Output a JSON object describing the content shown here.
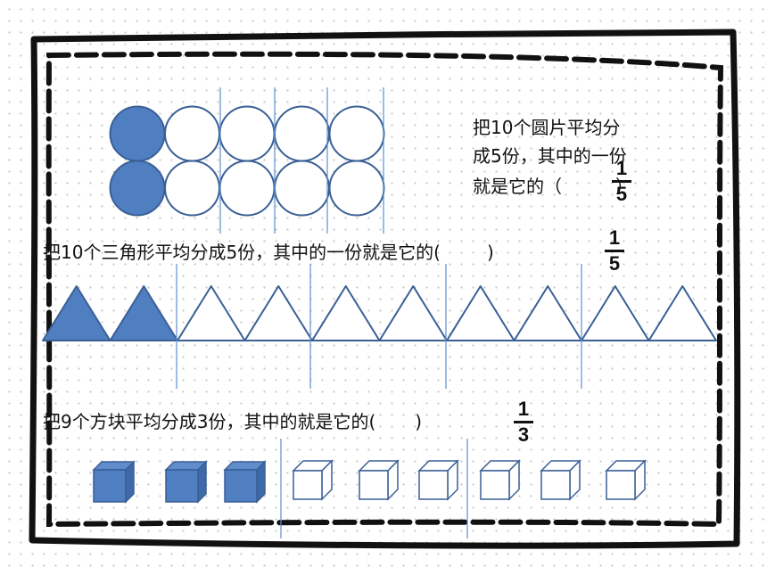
{
  "section_circles": {
    "text_line1": "把10个圆片平均分",
    "text_line2": "成5份，其中的一份",
    "text_line3_prefix": "就是它的（",
    "text_line3_suffix": "）",
    "answer": {
      "numerator": "1",
      "denominator": "5"
    },
    "total": 10,
    "shaded": 2
  },
  "section_triangles": {
    "text_prefix": "把10个三角形平均分成5份，其中的一份就是它的(",
    "text_suffix": ")",
    "answer": {
      "numerator": "1",
      "denominator": "5"
    },
    "total": 10,
    "shaded": 2
  },
  "section_cubes": {
    "text_prefix": "把9个方块平均分成3份，其中的就是它的(",
    "text_suffix": ")",
    "answer": {
      "numerator": "1",
      "denominator": "3"
    },
    "total": 9,
    "shaded": 3
  },
  "colors": {
    "fill": "#4f7ec1",
    "stroke": "#3a5f95",
    "divider": "#5b8fd0",
    "frame": "#111111"
  }
}
